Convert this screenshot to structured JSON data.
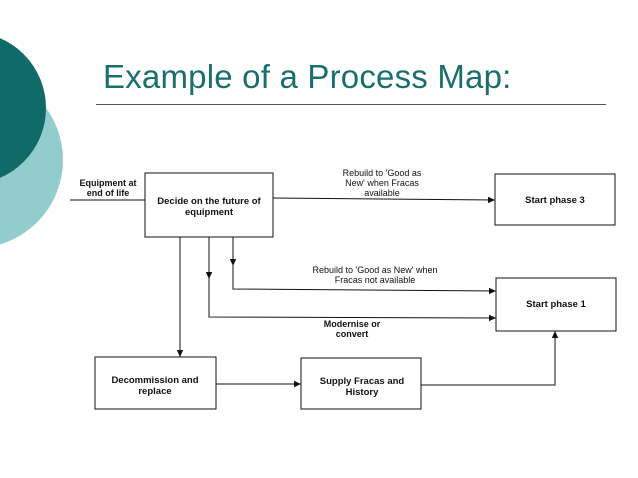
{
  "slide": {
    "title": "Example of a Process Map:"
  },
  "diagram": {
    "nodes": {
      "decide": {
        "lines": [
          "Decide on the future of",
          "equipment"
        ]
      },
      "start3": {
        "lines": [
          "Start phase 3"
        ]
      },
      "start1": {
        "lines": [
          "Start phase 1"
        ]
      },
      "decommission": {
        "lines": [
          "Decommission and",
          "replace"
        ]
      },
      "supply": {
        "lines": [
          "Supply Fracas and",
          "History"
        ]
      }
    },
    "inputs": {
      "equipment": {
        "lines": [
          "Equipment at",
          "end of life"
        ]
      }
    },
    "edges": {
      "rebuild_good_as_new": {
        "lines": [
          "Rebuild to 'Good as",
          "New' when Fracas",
          "available"
        ]
      },
      "rebuild_not_available": {
        "lines": [
          "Rebuild to 'Good as New' when",
          "Fracas not available"
        ]
      },
      "modernise": {
        "lines": [
          "Modernise or",
          "convert"
        ]
      }
    }
  },
  "colors": {
    "accent_dark": "#0f6a68",
    "accent_light": "#93cccd",
    "title": "#1a6f6e",
    "line": "#111111"
  }
}
